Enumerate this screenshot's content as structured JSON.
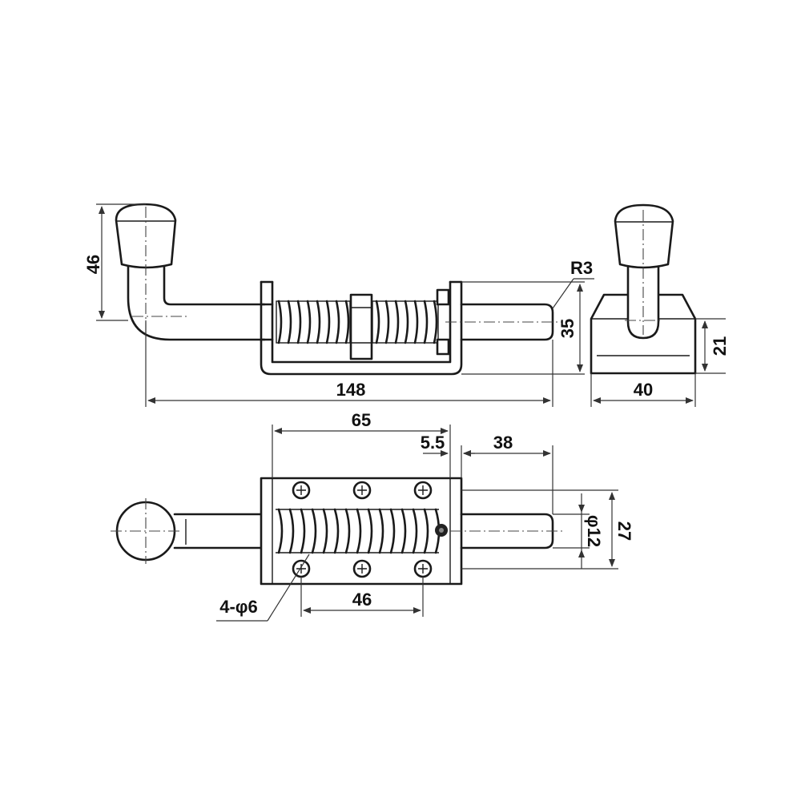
{
  "dimensions": {
    "handle_height": "46",
    "tip_radius": "R3",
    "body_height": "35",
    "overall_length": "148",
    "bracket_width": "40",
    "bracket_height": "21",
    "base_length": "65",
    "spacer": "5.5",
    "bolt_protrusion": "38",
    "bolt_diameter": "φ12",
    "plate_width": "27",
    "hole_spacing": "46",
    "mount_holes": "4-φ6"
  }
}
